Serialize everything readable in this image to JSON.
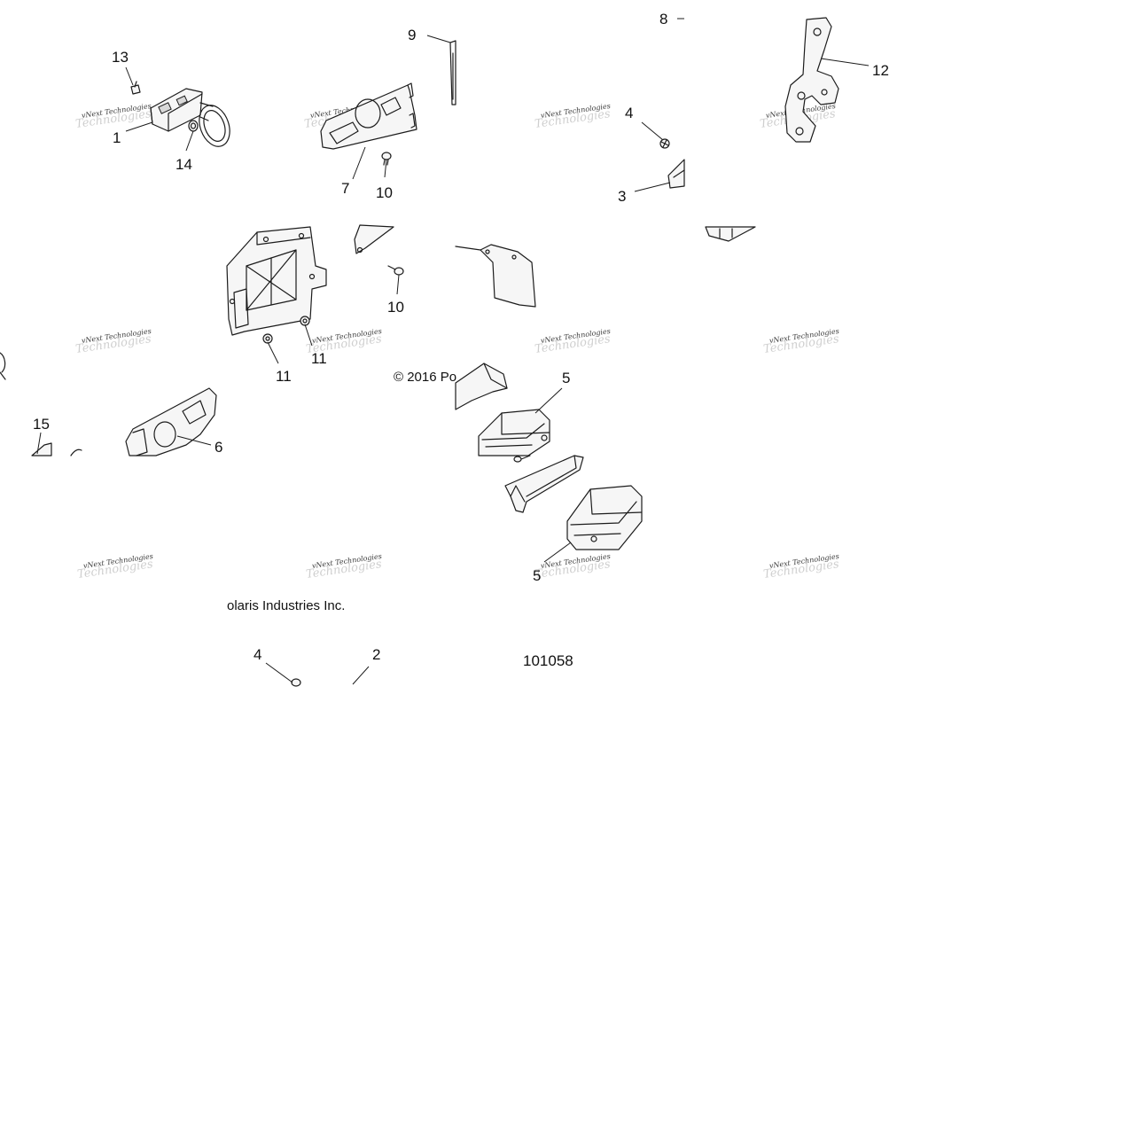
{
  "diagram": {
    "callouts": [
      {
        "id": "13",
        "text": "13"
      },
      {
        "id": "1",
        "text": "1"
      },
      {
        "id": "14",
        "text": "14"
      },
      {
        "id": "9",
        "text": "9"
      },
      {
        "id": "7",
        "text": "7"
      },
      {
        "id": "10a",
        "text": "10"
      },
      {
        "id": "8",
        "text": "8"
      },
      {
        "id": "12",
        "text": "12"
      },
      {
        "id": "4a",
        "text": "4"
      },
      {
        "id": "3",
        "text": "3"
      },
      {
        "id": "10b",
        "text": "10"
      },
      {
        "id": "11a",
        "text": "11"
      },
      {
        "id": "11b",
        "text": "11"
      },
      {
        "id": "5a",
        "text": "5"
      },
      {
        "id": "15",
        "text": "15"
      },
      {
        "id": "6",
        "text": "6"
      },
      {
        "id": "5b",
        "text": "5"
      },
      {
        "id": "4b",
        "text": "4"
      },
      {
        "id": "2",
        "text": "2"
      }
    ],
    "copyright_part1": "© 2016 Po",
    "copyright_part2": "olaris Industries Inc.",
    "figure_number": "101058",
    "watermark_line1": "vNext Technologies",
    "watermark_line2": "Technologies"
  }
}
